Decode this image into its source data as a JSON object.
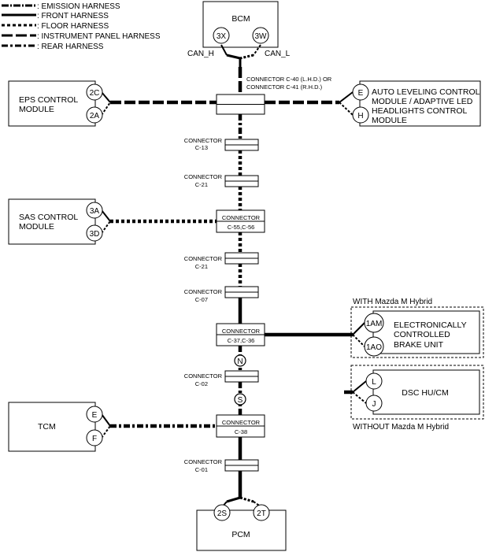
{
  "legend": {
    "emission": ": EMISSION HARNESS",
    "front": ": FRONT HARNESS",
    "floor": ": FLOOR HARNESS",
    "instrument": ": INSTRUMENT PANEL HARNESS",
    "rear": ": REAR HARNESS"
  },
  "modules": {
    "bcm": {
      "label": "BCM",
      "pins": [
        "3X",
        "3W"
      ]
    },
    "eps": {
      "lines": [
        "EPS CONTROL",
        "MODULE"
      ],
      "pins": [
        "2C",
        "2A"
      ]
    },
    "auto_leveling": {
      "lines": [
        "AUTO LEVELING CONTROL",
        "MODULE / ADAPTIVE LED",
        "HEADLIGHTS CONTROL",
        "MODULE"
      ],
      "pins": [
        "E",
        "H"
      ]
    },
    "sas": {
      "lines": [
        "SAS CONTROL",
        "MODULE"
      ],
      "pins": [
        "3A",
        "3D"
      ]
    },
    "ebu": {
      "lines": [
        "ELECTRONICALLY",
        "CONTROLLED",
        "BRAKE UNIT"
      ],
      "pins": [
        "1AM",
        "1AO"
      ]
    },
    "dsc": {
      "label": "DSC HU/CM",
      "pins": [
        "L",
        "J"
      ]
    },
    "tcm": {
      "label": "TCM",
      "pins": [
        "E",
        "F"
      ]
    },
    "pcm": {
      "label": "PCM",
      "pins": [
        "2S",
        "2T"
      ]
    }
  },
  "can_labels": {
    "high": "CAN_H",
    "low": "CAN_L"
  },
  "connectors": {
    "c40": {
      "lines": [
        "CONNECTOR C-40 (L.H.D.) OR",
        "CONNECTOR C-41 (R.H.D.)"
      ]
    },
    "c13": {
      "lines": [
        "CONNECTOR",
        "C-13"
      ]
    },
    "c21a": {
      "lines": [
        "CONNECTOR",
        "C-21"
      ]
    },
    "c55": {
      "lines": [
        "CONNECTOR",
        "C-55,C-56"
      ]
    },
    "c21b": {
      "lines": [
        "CONNECTOR",
        "C-21"
      ]
    },
    "c07": {
      "lines": [
        "CONNECTOR",
        "C-07"
      ]
    },
    "c37": {
      "lines": [
        "CONNECTOR",
        "C-37,C-36"
      ]
    },
    "c02": {
      "lines": [
        "CONNECTOR",
        "C-02"
      ]
    },
    "c38": {
      "lines": [
        "CONNECTOR",
        "C-38"
      ]
    },
    "c01": {
      "lines": [
        "CONNECTOR",
        "C-01"
      ]
    }
  },
  "splices": {
    "upper": "N",
    "lower": "S"
  },
  "groups": {
    "with_hybrid": "WITH Mazda M Hybrid",
    "without_hybrid": "WITHOUT Mazda M Hybrid"
  }
}
